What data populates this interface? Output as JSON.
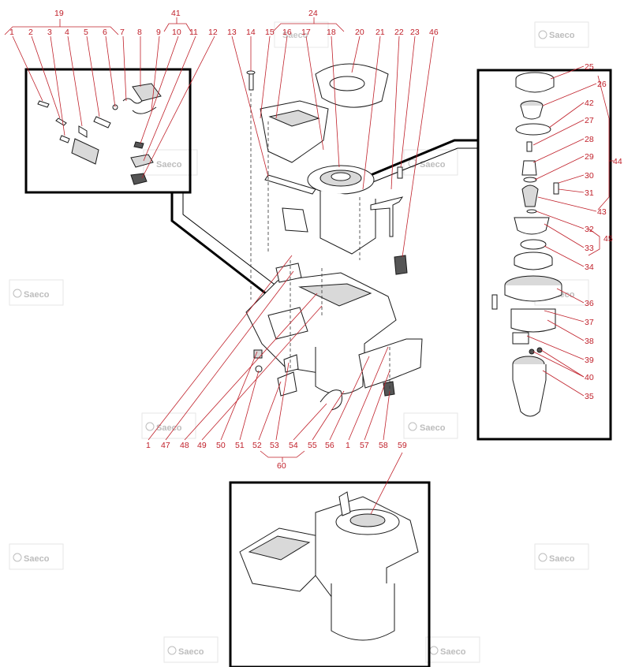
{
  "watermark": {
    "text": "Saeco"
  },
  "colors": {
    "callout": "#c0202a",
    "line": "#1a1a1a",
    "watermark": "#bdbdbd"
  },
  "callouts": {
    "c19": "19",
    "c41": "41",
    "c24": "24",
    "c1a": "1",
    "c2": "2",
    "c3": "3",
    "c4": "4",
    "c5": "5",
    "c6": "6",
    "c7": "7",
    "c8": "8",
    "c9": "9",
    "c10": "10",
    "c11": "11",
    "c12": "12",
    "c13": "13",
    "c14": "14",
    "c15": "15",
    "c16": "16",
    "c17": "17",
    "c18": "18",
    "c20": "20",
    "c21": "21",
    "c22": "22",
    "c23": "23",
    "c46": "46",
    "c25": "25",
    "c26": "26",
    "c42": "42",
    "c27": "27",
    "c28": "28",
    "c29": "29",
    "c30": "30",
    "c31": "31",
    "c43": "43",
    "c44": "44",
    "c32": "32",
    "c45": "45",
    "c33": "33",
    "c34": "34",
    "c36": "36",
    "c37": "37",
    "c38": "38",
    "c39": "39",
    "c40": "40",
    "c35": "35",
    "c1b": "1",
    "c47": "47",
    "c48": "48",
    "c49": "49",
    "c50": "50",
    "c51": "51",
    "c52": "52",
    "c53": "53",
    "c54": "54",
    "c55": "55",
    "c56": "56",
    "c1c": "1",
    "c57": "57",
    "c58": "58",
    "c59": "59",
    "c60": "60"
  }
}
